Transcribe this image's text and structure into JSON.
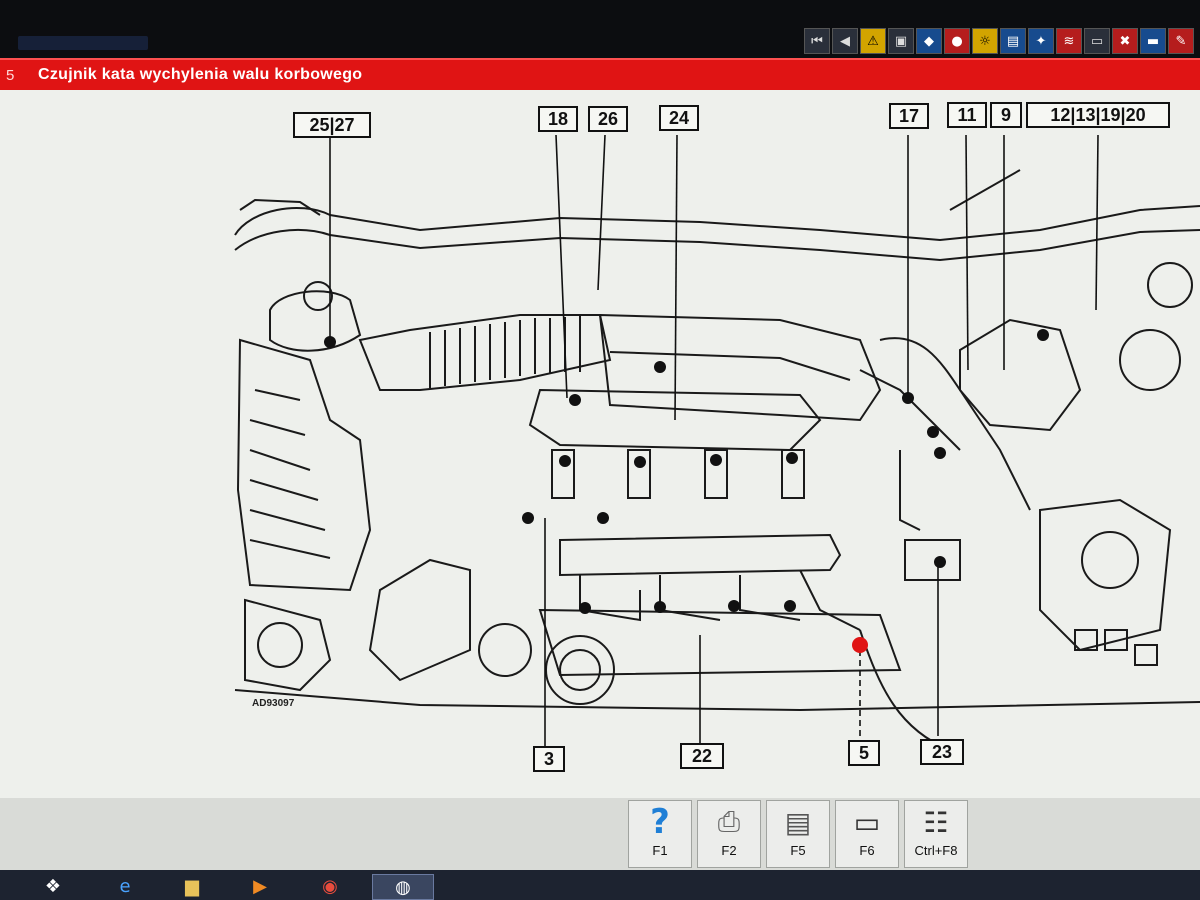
{
  "window": {
    "step_number": "5",
    "title": "Czujnik kata wychylenia walu korbowego"
  },
  "toolbar": {
    "icons": [
      "first-page-icon",
      "previous-page-icon",
      "warning-icon",
      "view-icon",
      "settings-icon",
      "fuel-icon",
      "component-icon",
      "network-icon",
      "info-icon",
      "wiring-icon",
      "print-icon",
      "close-icon",
      "power-icon",
      "notes-icon"
    ]
  },
  "diagram": {
    "code": "AD93097",
    "callouts": {
      "c25_27": "25|27",
      "c18": "18",
      "c26": "26",
      "c24": "24",
      "c17": "17",
      "c11": "11",
      "c9": "9",
      "c12_20": "12|13|19|20",
      "c3": "3",
      "c22": "22",
      "c5": "5",
      "c23": "23"
    },
    "highlight_color": "#e01414"
  },
  "function_keys": [
    {
      "icon": "help-icon",
      "label": "F1"
    },
    {
      "icon": "print-icon",
      "label": "F2"
    },
    {
      "icon": "document-icon",
      "label": "F5"
    },
    {
      "icon": "printer-icon",
      "label": "F6"
    },
    {
      "icon": "table-icon",
      "label": "Ctrl+F8"
    }
  ],
  "taskbar": {
    "icons": [
      "start-icon",
      "internet-explorer-icon",
      "file-explorer-icon",
      "media-player-icon",
      "chrome-icon",
      "app-icon"
    ]
  }
}
